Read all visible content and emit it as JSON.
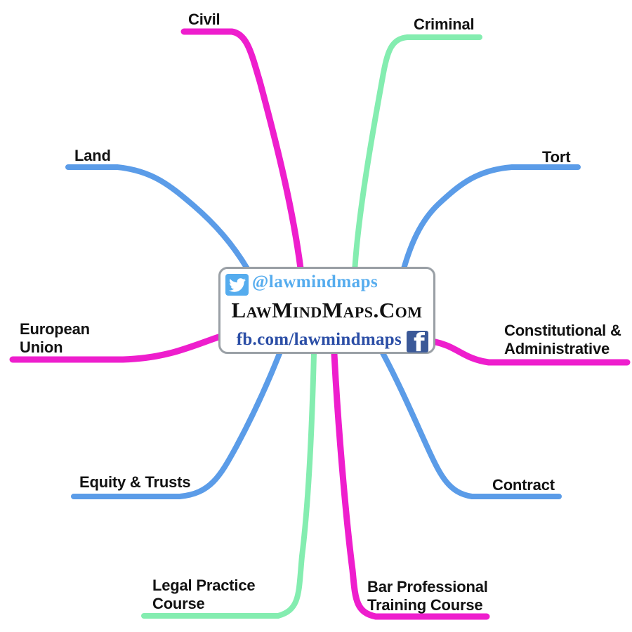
{
  "center_node": {
    "twitter_handle": "@lawmindmaps",
    "title": "LawMindMaps.Com",
    "facebook_url": "fb.com/lawmindmaps",
    "facebook_icon_letter": "f"
  },
  "branches": [
    {
      "id": "civil",
      "lines": [
        "Civil"
      ],
      "color": "#ee1ecd"
    },
    {
      "id": "criminal",
      "lines": [
        "Criminal"
      ],
      "color": "#84edb0"
    },
    {
      "id": "land",
      "lines": [
        "Land"
      ],
      "color": "#5b9ce8"
    },
    {
      "id": "tort",
      "lines": [
        "Tort"
      ],
      "color": "#5b9ce8"
    },
    {
      "id": "european-union",
      "lines": [
        "European",
        "Union"
      ],
      "color": "#ee1ecd"
    },
    {
      "id": "constitutional-administrative",
      "lines": [
        "Constitutional &",
        "Administrative"
      ],
      "color": "#ee1ecd"
    },
    {
      "id": "equity-trusts",
      "lines": [
        "Equity & Trusts"
      ],
      "color": "#5b9ce8"
    },
    {
      "id": "contract",
      "lines": [
        "Contract"
      ],
      "color": "#5b9ce8"
    },
    {
      "id": "legal-practice-course",
      "lines": [
        "Legal Practice",
        "Course"
      ],
      "color": "#84edb0"
    },
    {
      "id": "bar-professional-training-course",
      "lines": [
        "Bar Professional",
        "Training Course"
      ],
      "color": "#ee1ecd"
    }
  ],
  "colors": {
    "magenta": "#ee1ecd",
    "green": "#84edb0",
    "blue": "#5b9ce8",
    "twitter_blue": "#55acee",
    "facebook_blue": "#3b5998",
    "facebook_text_blue": "#2b4ea6",
    "label_text": "#121212",
    "node_border": "#9aa0a6",
    "background": "#ffffff"
  }
}
